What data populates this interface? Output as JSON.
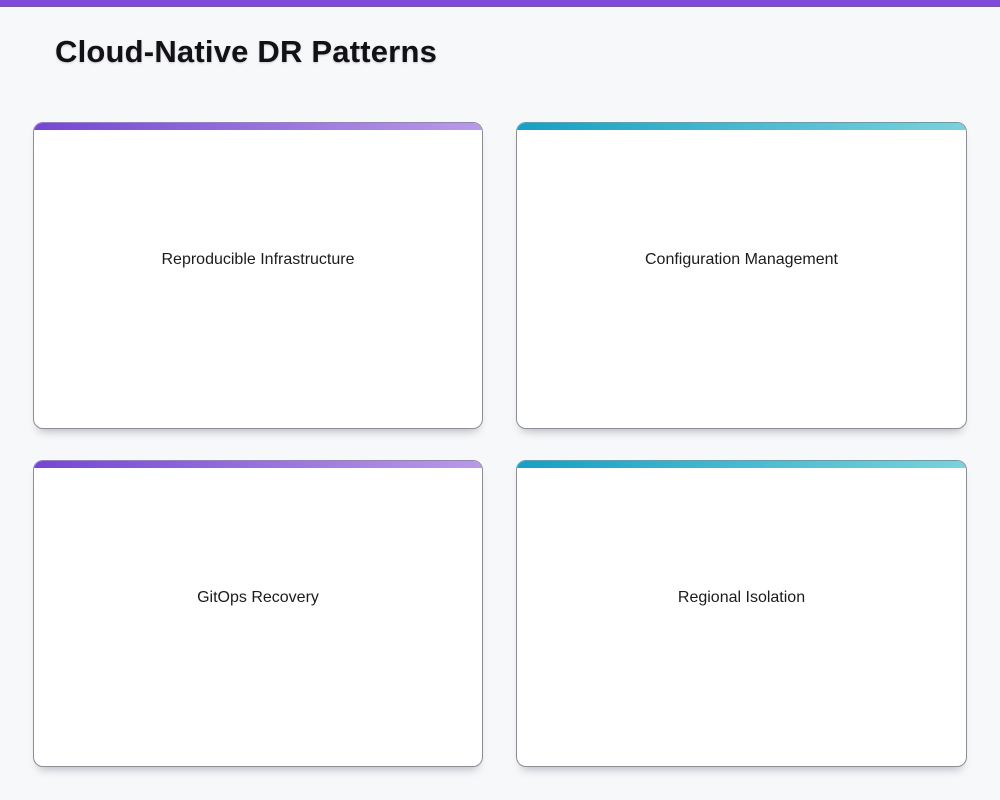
{
  "page": {
    "title": "Cloud-Native DR Patterns",
    "background": "#f7f8fa",
    "accent_bar_color": "#7e4bdb",
    "text_color": "#18181b"
  },
  "cards": [
    {
      "label": "Reproducible Infrastructure",
      "accent": {
        "from": "#7547d2",
        "to": "#b89ae8"
      }
    },
    {
      "label": "Configuration Management",
      "accent": {
        "from": "#16a0c3",
        "to": "#7ad2dd"
      }
    },
    {
      "label": "GitOps Recovery",
      "accent": {
        "from": "#7547d2",
        "to": "#b89ae8"
      }
    },
    {
      "label": "Regional Isolation",
      "accent": {
        "from": "#16a0c3",
        "to": "#7ad2dd"
      }
    }
  ]
}
